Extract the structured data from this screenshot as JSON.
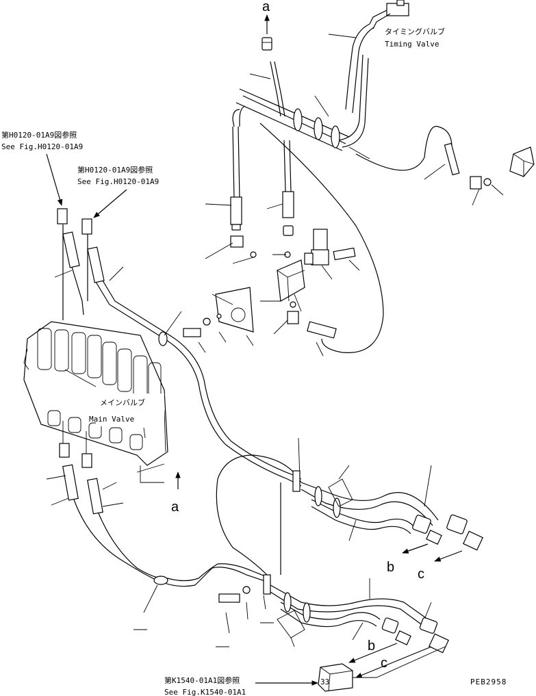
{
  "labels": {
    "timing_valve_jp": "タイミングバルブ",
    "timing_valve_en": "Timing Valve",
    "main_valve_jp": "メインバルブ",
    "main_valve_en": "Main Valve",
    "ref1_jp": "第H0120-01A9図参照",
    "ref1_en": "See Fig.H0120-01A9",
    "ref2_jp": "第H0120-01A9図参照",
    "ref2_en": "See Fig.H0120-01A9",
    "ref3_jp": "第K1540-01A1図参照",
    "ref3_en": "See Fig.K1540-01A1",
    "drawing_code": "PEB2958"
  },
  "callouts": {
    "a_top": "a",
    "a_mid": "a",
    "b_upper": "b",
    "c_upper": "c",
    "b_lower": "b",
    "c_lower": "c"
  }
}
